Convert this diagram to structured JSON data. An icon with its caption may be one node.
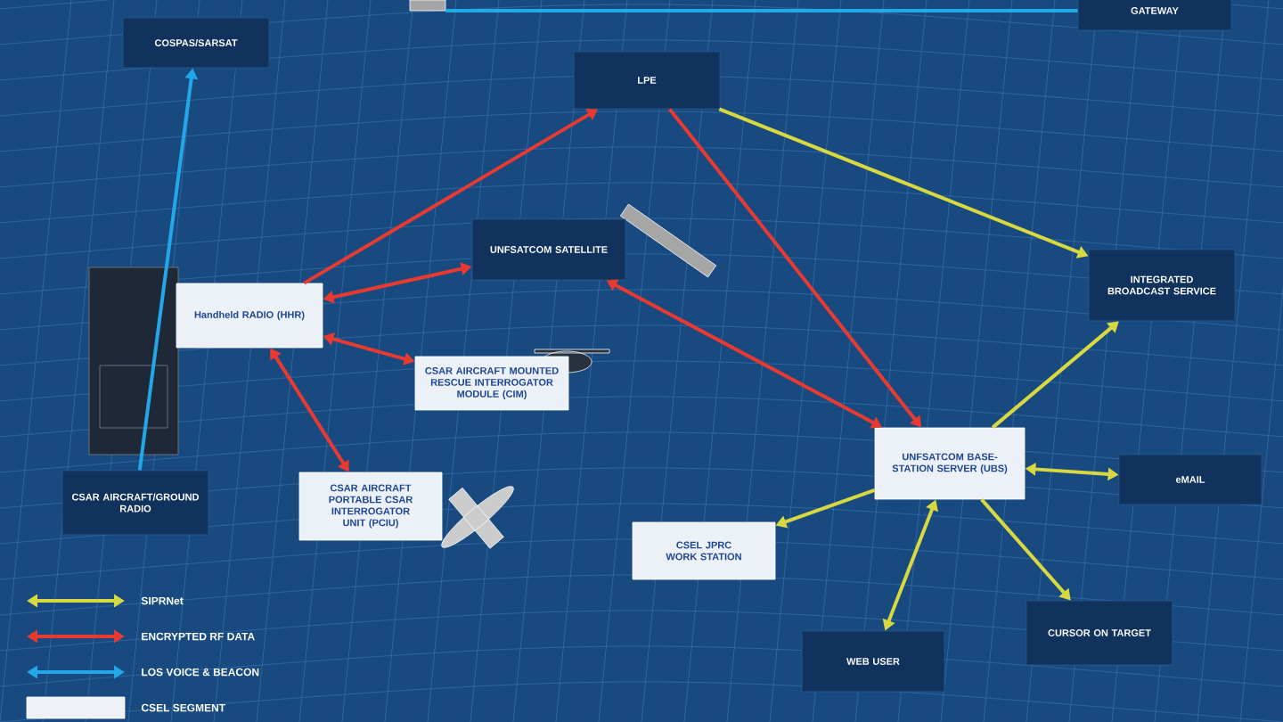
{
  "diagram": {
    "nodes": [
      {
        "text": [
          "COSPAS/SARSAT"
        ]
      },
      {
        "text": [
          "LPE"
        ]
      },
      {
        "text": [
          "GATEWAY"
        ]
      },
      {
        "text": [
          "UNFSATCOM SATELLITE"
        ]
      },
      {
        "text": [
          "Handheld RADIO (HHR)"
        ]
      },
      {
        "text": [
          "INTEGRATED BROADCAST SERVICE"
        ]
      },
      {
        "text": [
          "CSAR AIRCRAFT MOUNTED RESCUE INTERROGATOR MODULE (CIM)"
        ]
      },
      {
        "text": [
          "CSAR AIRCRAFT PORTABLE CSAR INTERROGATOR UNIT (PCIU)"
        ]
      },
      {
        "text": [
          "CSAR AIRCRAFT/GROUND RADIO"
        ]
      },
      {
        "text": [
          "UNFSATCOM BASE-STATION SERVER (UBS)"
        ]
      },
      {
        "text": [
          "eMAIL"
        ]
      },
      {
        "text": [
          "CSEL JPRC WORK STATION"
        ]
      },
      {
        "text": [
          "WEB USER"
        ]
      },
      {
        "text": [
          "CURSOR ON TARGET"
        ]
      }
    ],
    "edges": [
      {
        "from": 4,
        "to": 1,
        "arrow": "to",
        "color": "#e83a30"
      },
      {
        "from": 4,
        "to": 3,
        "arrow": "both",
        "color": "#e83a30"
      },
      {
        "from": 4,
        "to": 6,
        "arrow": "both",
        "color": "#e83a30"
      },
      {
        "from": 4,
        "to": 7,
        "arrow": "both",
        "color": "#e83a30"
      },
      {
        "from": 1,
        "to": 9,
        "arrow": "to",
        "color": "#e83a30"
      },
      {
        "from": 3,
        "to": 9,
        "arrow": "both",
        "color": "#e83a30"
      },
      {
        "from": 1,
        "to": 5,
        "arrow": "to",
        "color": "#d8d840"
      },
      {
        "from": 9,
        "to": 5,
        "arrow": "to",
        "color": "#d8d840"
      },
      {
        "from": 9,
        "to": 11,
        "arrow": "to",
        "color": "#d8d840"
      },
      {
        "from": 9,
        "to": 12,
        "arrow": "both",
        "color": "#d8d840"
      },
      {
        "from": 9,
        "to": 13,
        "arrow": "to",
        "color": "#d8d840"
      },
      {
        "from": 9,
        "to": 10,
        "arrow": "both",
        "color": "#d8d840"
      },
      {
        "from": 8,
        "to": 0,
        "arrow": "to",
        "color": "#22a8e8"
      },
      {
        "from": null,
        "to": 2,
        "arrow": "none",
        "color": "#22a8e8"
      }
    ],
    "legend": [
      {
        "text": "SIPRNet",
        "color": "#d8d840"
      },
      {
        "text": "ENCRYPTED RF DATA",
        "color": "#e83a30"
      },
      {
        "text": "LOS VOICE & BEACON",
        "color": "#22a8e8"
      },
      {
        "text": "CSEL SEGMENT",
        "color": "#eef2f7"
      }
    ]
  }
}
